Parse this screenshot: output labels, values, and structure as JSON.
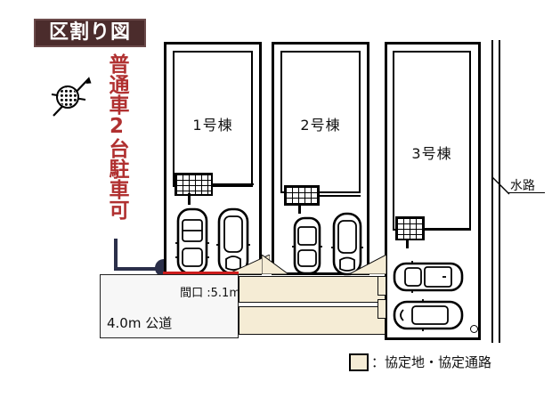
{
  "title": {
    "label": "区割り図",
    "bg_color": "#4b2c2c",
    "text_color": "#ffffff"
  },
  "compass": {
    "icon": "north-arrow-compass-icon"
  },
  "parking_note": {
    "text": "普通車2台駐車可",
    "color": "#b03030"
  },
  "plots": [
    {
      "id": "plot-1",
      "label": "1号棟"
    },
    {
      "id": "plot-2",
      "label": "2号棟"
    },
    {
      "id": "plot-3",
      "label": "3号棟"
    }
  ],
  "road": {
    "frontage_label": "間口 :5.1m",
    "frontage_value_m": 5.1,
    "width_label": "4.0m 公道",
    "width_m": 4.0,
    "redline_color": "#cc1c1c"
  },
  "waterway": {
    "label": "水路"
  },
  "legend": {
    "swatch_color": "#f5ecd5",
    "text": "：協定地・協定通路"
  }
}
